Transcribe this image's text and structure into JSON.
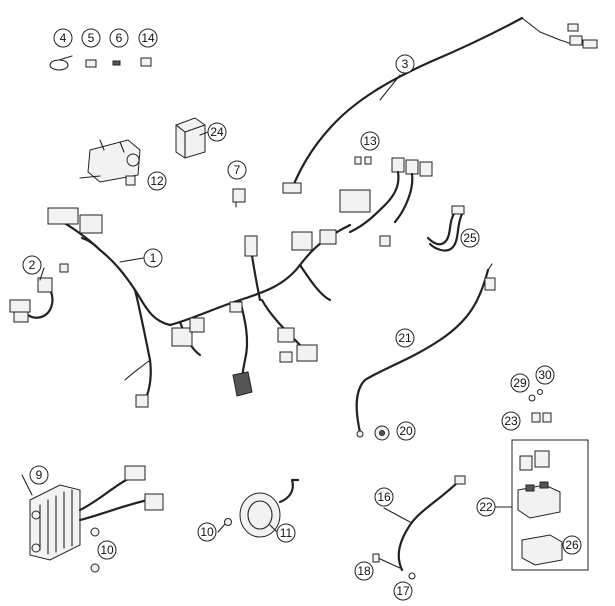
{
  "callouts": [
    {
      "id": "c4",
      "label": "4"
    },
    {
      "id": "c5",
      "label": "5"
    },
    {
      "id": "c6",
      "label": "6"
    },
    {
      "id": "c14",
      "label": "14"
    },
    {
      "id": "c3",
      "label": "3"
    },
    {
      "id": "c24",
      "label": "24"
    },
    {
      "id": "c13",
      "label": "13"
    },
    {
      "id": "c7",
      "label": "7"
    },
    {
      "id": "c12",
      "label": "12"
    },
    {
      "id": "c25",
      "label": "25"
    },
    {
      "id": "c1",
      "label": "1"
    },
    {
      "id": "c2",
      "label": "2"
    },
    {
      "id": "c21",
      "label": "21"
    },
    {
      "id": "c29",
      "label": "29"
    },
    {
      "id": "c30",
      "label": "30"
    },
    {
      "id": "c23",
      "label": "23"
    },
    {
      "id": "c20",
      "label": "20"
    },
    {
      "id": "c9",
      "label": "9"
    },
    {
      "id": "c16",
      "label": "16"
    },
    {
      "id": "c22",
      "label": "22"
    },
    {
      "id": "c10a",
      "label": "10"
    },
    {
      "id": "c11",
      "label": "11"
    },
    {
      "id": "c10b",
      "label": "10"
    },
    {
      "id": "c26",
      "label": "26"
    },
    {
      "id": "c18",
      "label": "18"
    },
    {
      "id": "c17",
      "label": "17"
    }
  ]
}
